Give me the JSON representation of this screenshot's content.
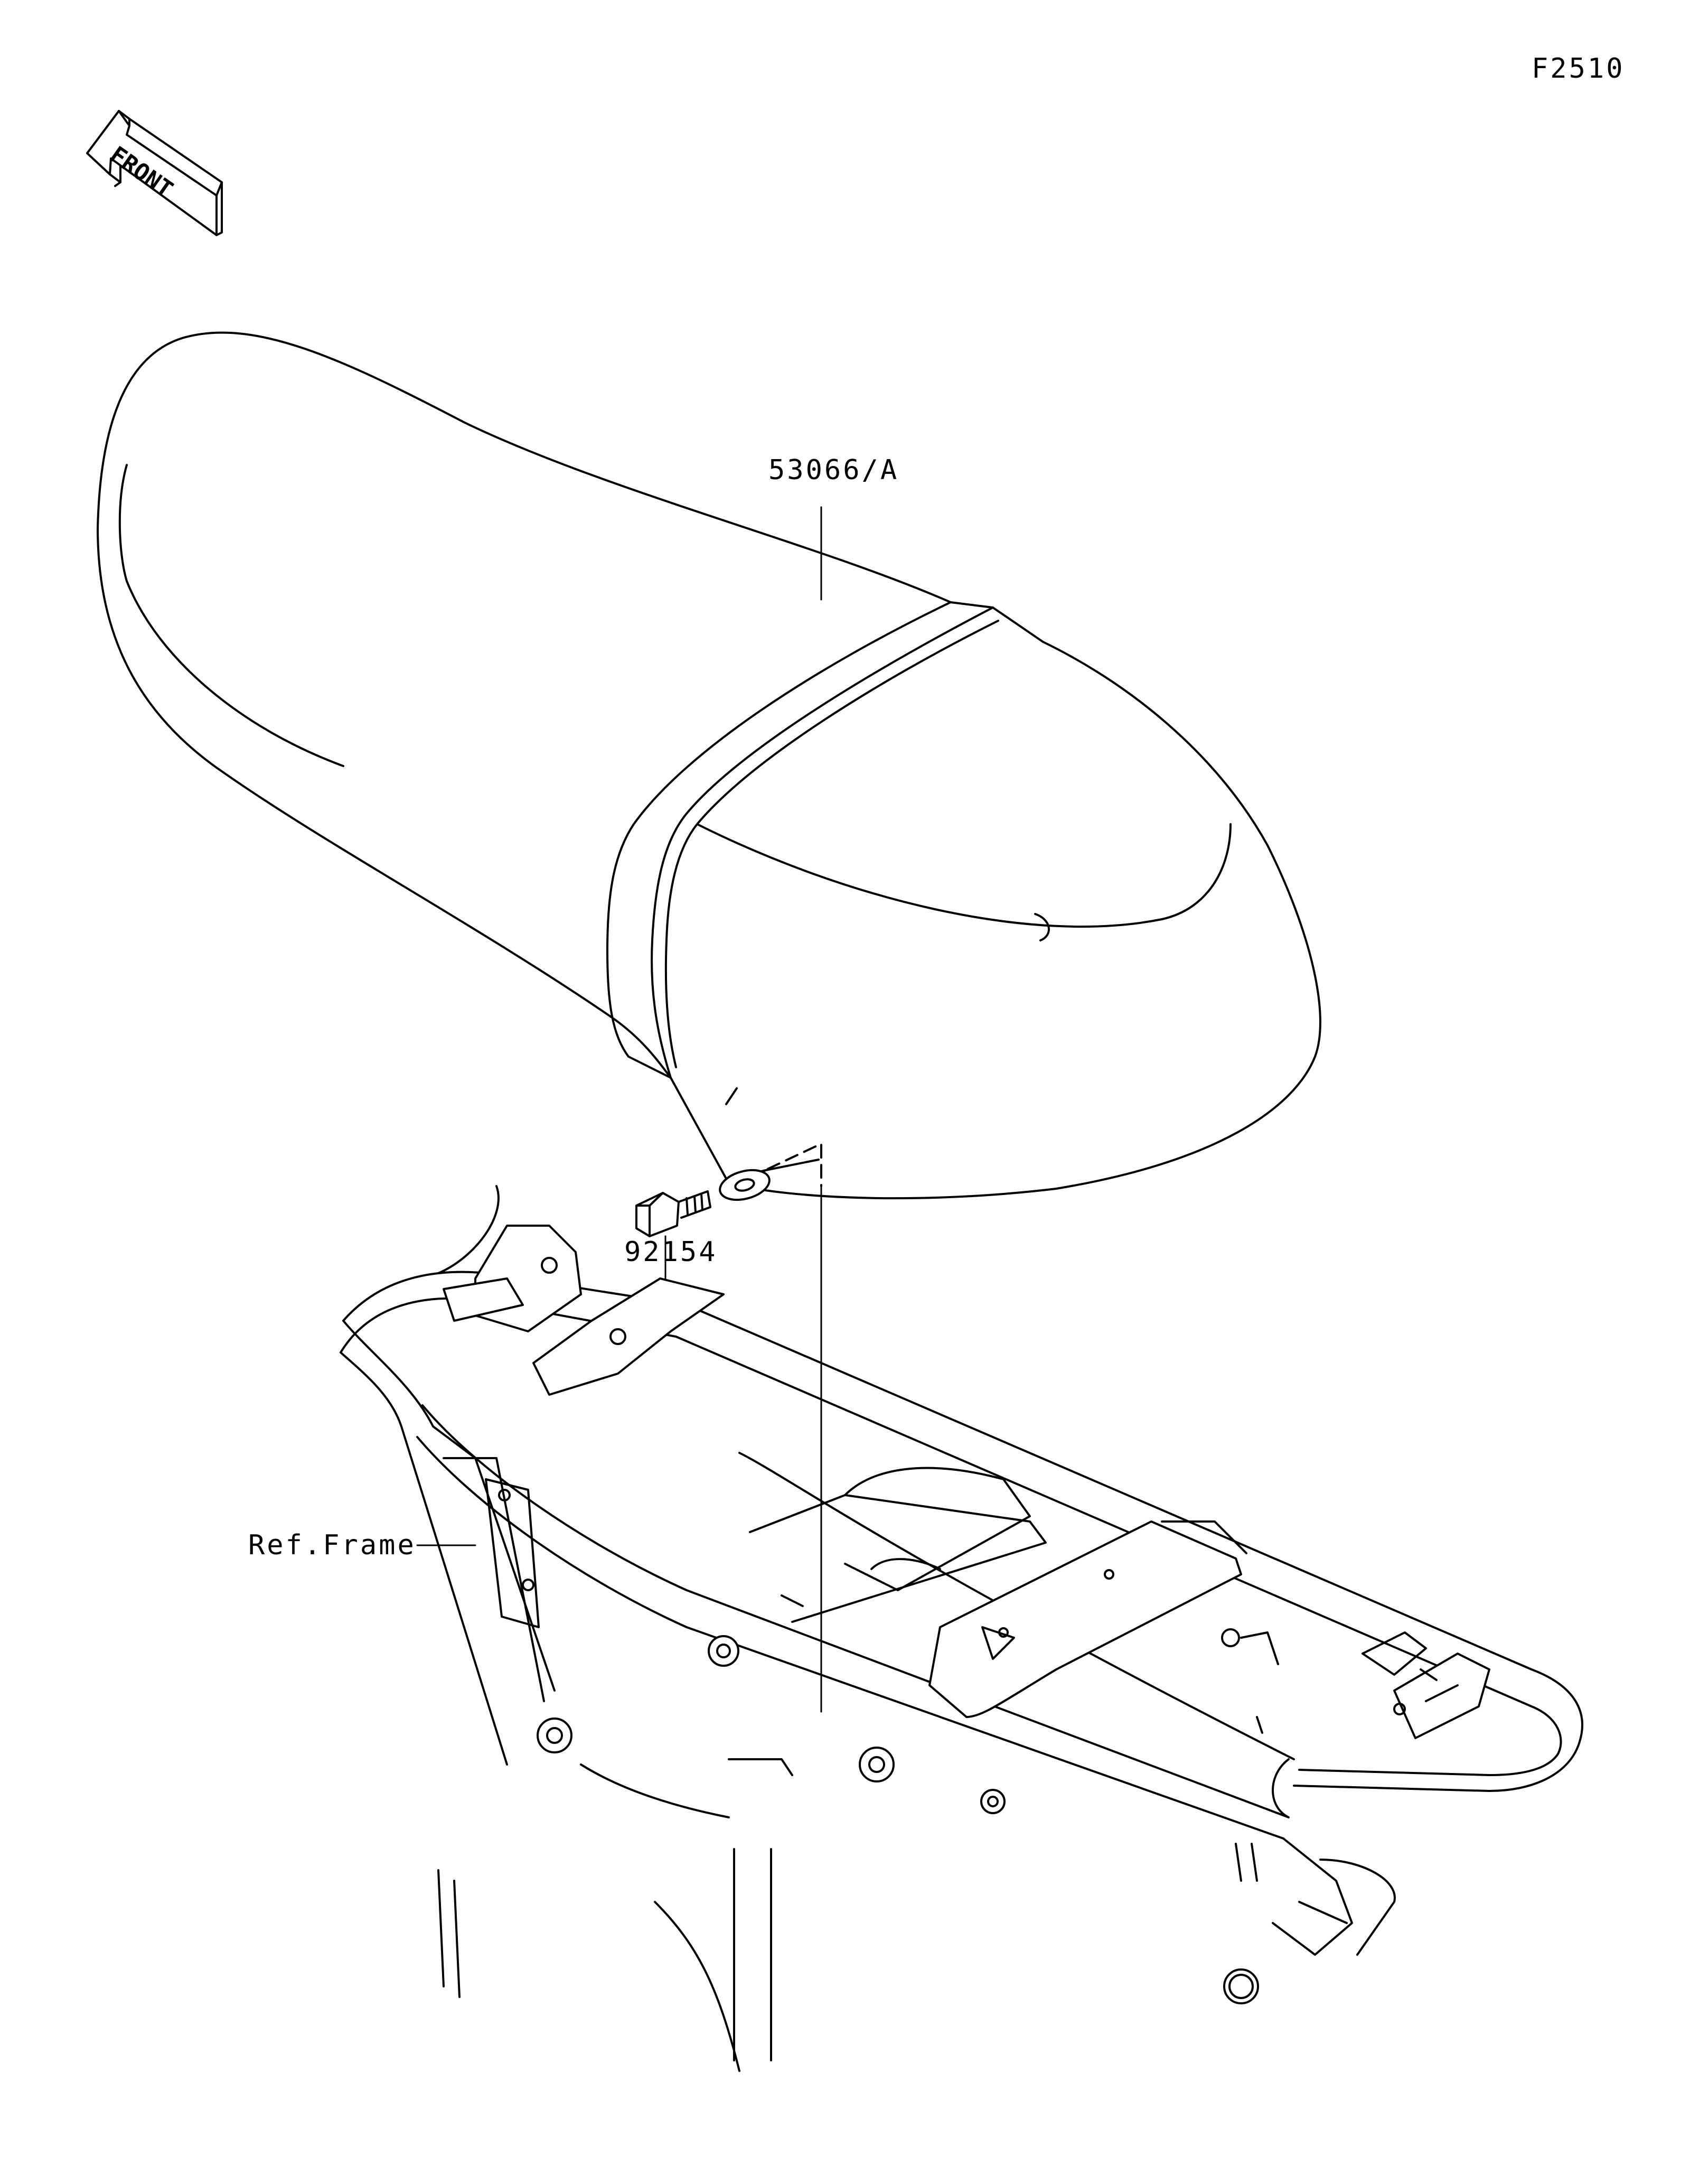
{
  "diagram": {
    "code": "F2510",
    "front_label": "FRONT",
    "parts": [
      {
        "number": "53066/A",
        "name": "seat"
      },
      {
        "number": "92154",
        "name": "bolt"
      },
      {
        "number": "Ref.Frame",
        "name": "frame"
      }
    ]
  }
}
